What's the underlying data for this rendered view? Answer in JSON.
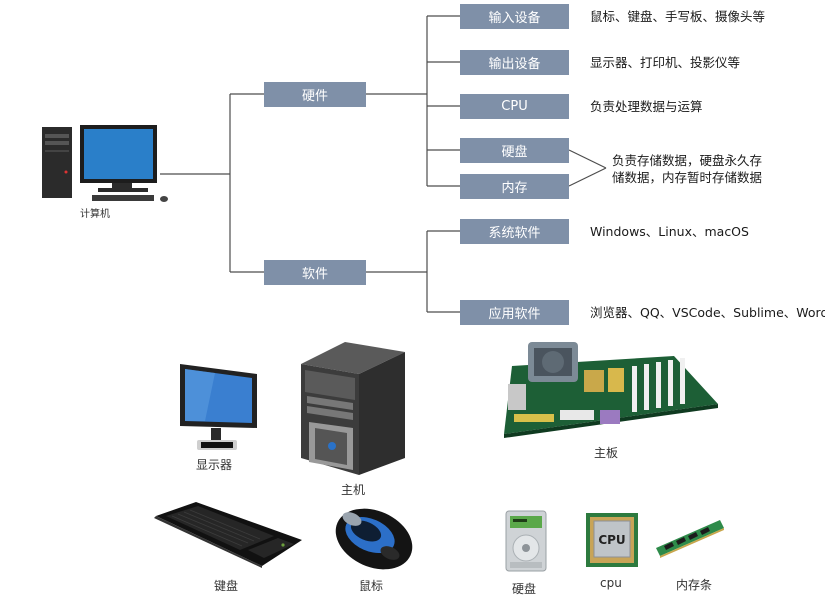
{
  "tree": {
    "root_label": "计算机",
    "branches": [
      {
        "label": "硬件",
        "children": [
          {
            "label": "输入设备",
            "desc": "鼠标、键盘、手写板、摄像头等"
          },
          {
            "label": "输出设备",
            "desc": "显示器、打印机、投影仪等"
          },
          {
            "label": "CPU",
            "desc": "负责处理数据与运算"
          },
          {
            "label": "硬盘"
          },
          {
            "label": "内存"
          }
        ],
        "storage_desc": [
          "负责存储数据，硬盘永久存",
          "储数据，内存暂时存储数据"
        ]
      },
      {
        "label": "软件",
        "children": [
          {
            "label": "系统软件",
            "desc": "Windows、Linux、macOS"
          },
          {
            "label": "应用软件",
            "desc": "浏览器、QQ、VSCode、Sublime、Word"
          }
        ]
      }
    ]
  },
  "gallery": {
    "monitor": "显示器",
    "host": "主机",
    "motherboard": "主板",
    "keyboard": "键盘",
    "mouse": "鼠标",
    "harddisk": "硬盘",
    "cpu": "cpu",
    "cpu_chip_text": "CPU",
    "ram": "内存条"
  },
  "colors": {
    "node_fill": "#7f90a8",
    "line": "#4d4d4d",
    "node_text": "#ffffff"
  }
}
